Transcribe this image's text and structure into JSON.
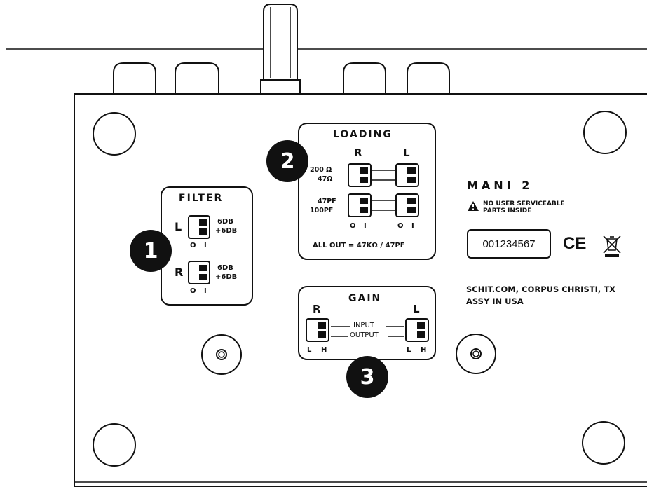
{
  "filter": {
    "title": "FILTER",
    "left_label": "L",
    "right_label": "R",
    "left_settings": [
      "6DB",
      "+6DB"
    ],
    "right_settings": [
      "6DB",
      "+6DB"
    ],
    "switch_positions": [
      "O",
      "I"
    ]
  },
  "loading": {
    "title": "LOADING",
    "col_right": "R",
    "col_left": "L",
    "resistance_settings": [
      "200 Ω",
      "47Ω"
    ],
    "capacitance_settings": [
      "47PF",
      "100PF"
    ],
    "switch_positions": [
      "O",
      "I"
    ],
    "all_out_note": "ALL OUT = 47KΩ / 47PF"
  },
  "gain": {
    "title": "GAIN",
    "col_right": "R",
    "col_left": "L",
    "input_label": "INPUT",
    "output_label": "OUTPUT",
    "switch_positions": [
      "L",
      "H"
    ]
  },
  "callouts": [
    "1",
    "2",
    "3"
  ],
  "product": {
    "name": "MANI 2",
    "warning_line1": "NO USER SERVICEABLE",
    "warning_line2": "PARTS INSIDE",
    "serial": "001234567",
    "ce_mark": "CE",
    "website_line": "SCHIT.COM, CORPUS CHRISTI, TX",
    "assembly_line": "ASSY IN USA"
  }
}
